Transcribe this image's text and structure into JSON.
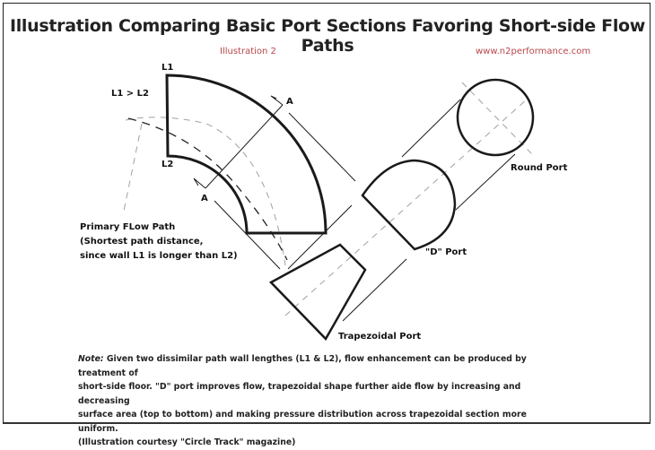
{
  "title": "Illustration Comparing Basic Port Sections Favoring Short-side Flow Paths",
  "subtitle": "Illustration 2",
  "website": "www.n2performance.com",
  "labels": {
    "l1": "L1",
    "l2": "L2",
    "l1_gt_l2": "L1 > L2",
    "section_a_top": "A",
    "section_a_bottom": "A",
    "primary_flow_path": "Primary FLow Path",
    "primary_flow_line2": "(Shortest path distance,",
    "primary_flow_line3": "since wall L1 is longer than L2)",
    "round_port": "Round Port",
    "d_port": "\"D\" Port",
    "trapezoidal_port": "Trapezoidal Port"
  },
  "note": {
    "prefix": "Note:",
    "line1": " Given two dissimilar path wall lengthes (L1 & L2), flow enhancement can be produced by treatment of",
    "line2": "short-side floor. \"D\" port improves flow, trapezoidal shape further aide flow by increasing and decreasing",
    "line3": "surface area (top to bottom) and making pressure distribution across trapezoidal section more uniform.",
    "line4": "(Illustration courtesy \"Circle Track\" magazine)"
  },
  "colors": {
    "title": "#222222",
    "subtitle_red": "#b8464a",
    "outline": "#1a1a1a",
    "dashed_gray": "#9a9a9a"
  }
}
